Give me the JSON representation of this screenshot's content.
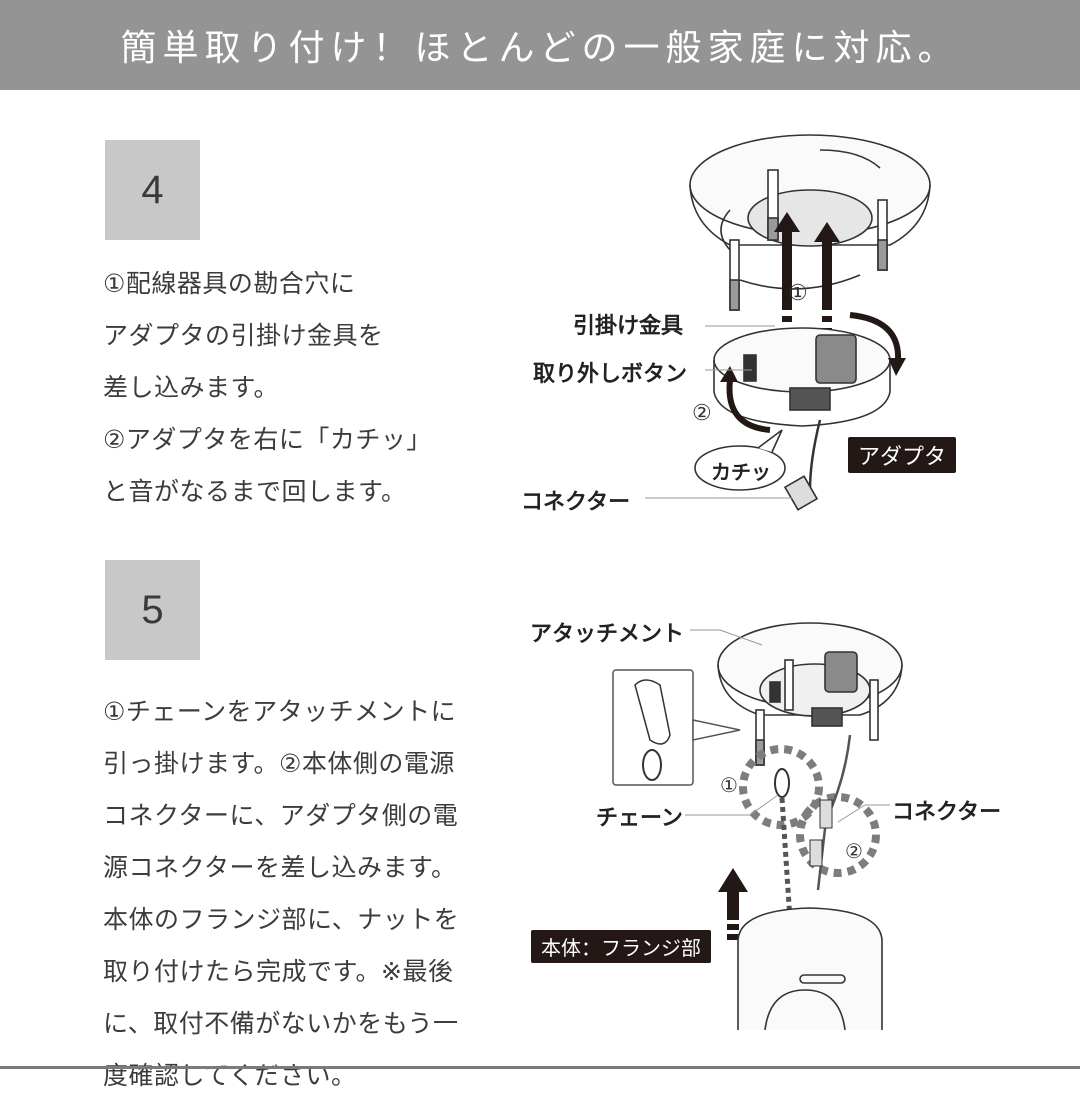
{
  "header": {
    "title": "簡単取り付け！ほとんどの一般家庭に対応。",
    "background_color": "#949494",
    "text_color": "#ffffff"
  },
  "steps": [
    {
      "number": "4",
      "lines": [
        "①配線器具の勘合穴に",
        "アダプタの引掛け金具を",
        "差し込みます。",
        "②アダプタを右に「カチッ」",
        "と音がなるまで回します。"
      ],
      "illustration": {
        "labels": {
          "hook_fitting": "引掛け金具",
          "release_button": "取り外しボタン",
          "connector": "コネクター",
          "adapter_tag": "アダプタ",
          "click_sound": "カチッ",
          "marker_1": "①",
          "marker_2": "②"
        }
      }
    },
    {
      "number": "5",
      "lines": [
        "①チェーンをアタッチメントに",
        "引っ掛けます。②本体側の電源",
        "コネクターに、アダプタ側の電",
        "源コネクターを差し込みます。",
        "本体のフランジ部に、ナットを",
        "取り付けたら完成です。※最後",
        "に、取付不備がないかをもう一",
        "度確認してください。"
      ],
      "illustration": {
        "labels": {
          "attachment": "アタッチメント",
          "chain": "チェーン",
          "connector": "コネクター",
          "body_flange_tag": "本体：フランジ部",
          "marker_1": "①",
          "marker_2": "②"
        }
      }
    }
  ],
  "colors": {
    "step_box": "#c8c8c8",
    "text": "#3c3c3c",
    "dark_tag": "#231815",
    "dashed_circle": "#7d7d7d",
    "bottom_rule": "#7a7a7a"
  }
}
